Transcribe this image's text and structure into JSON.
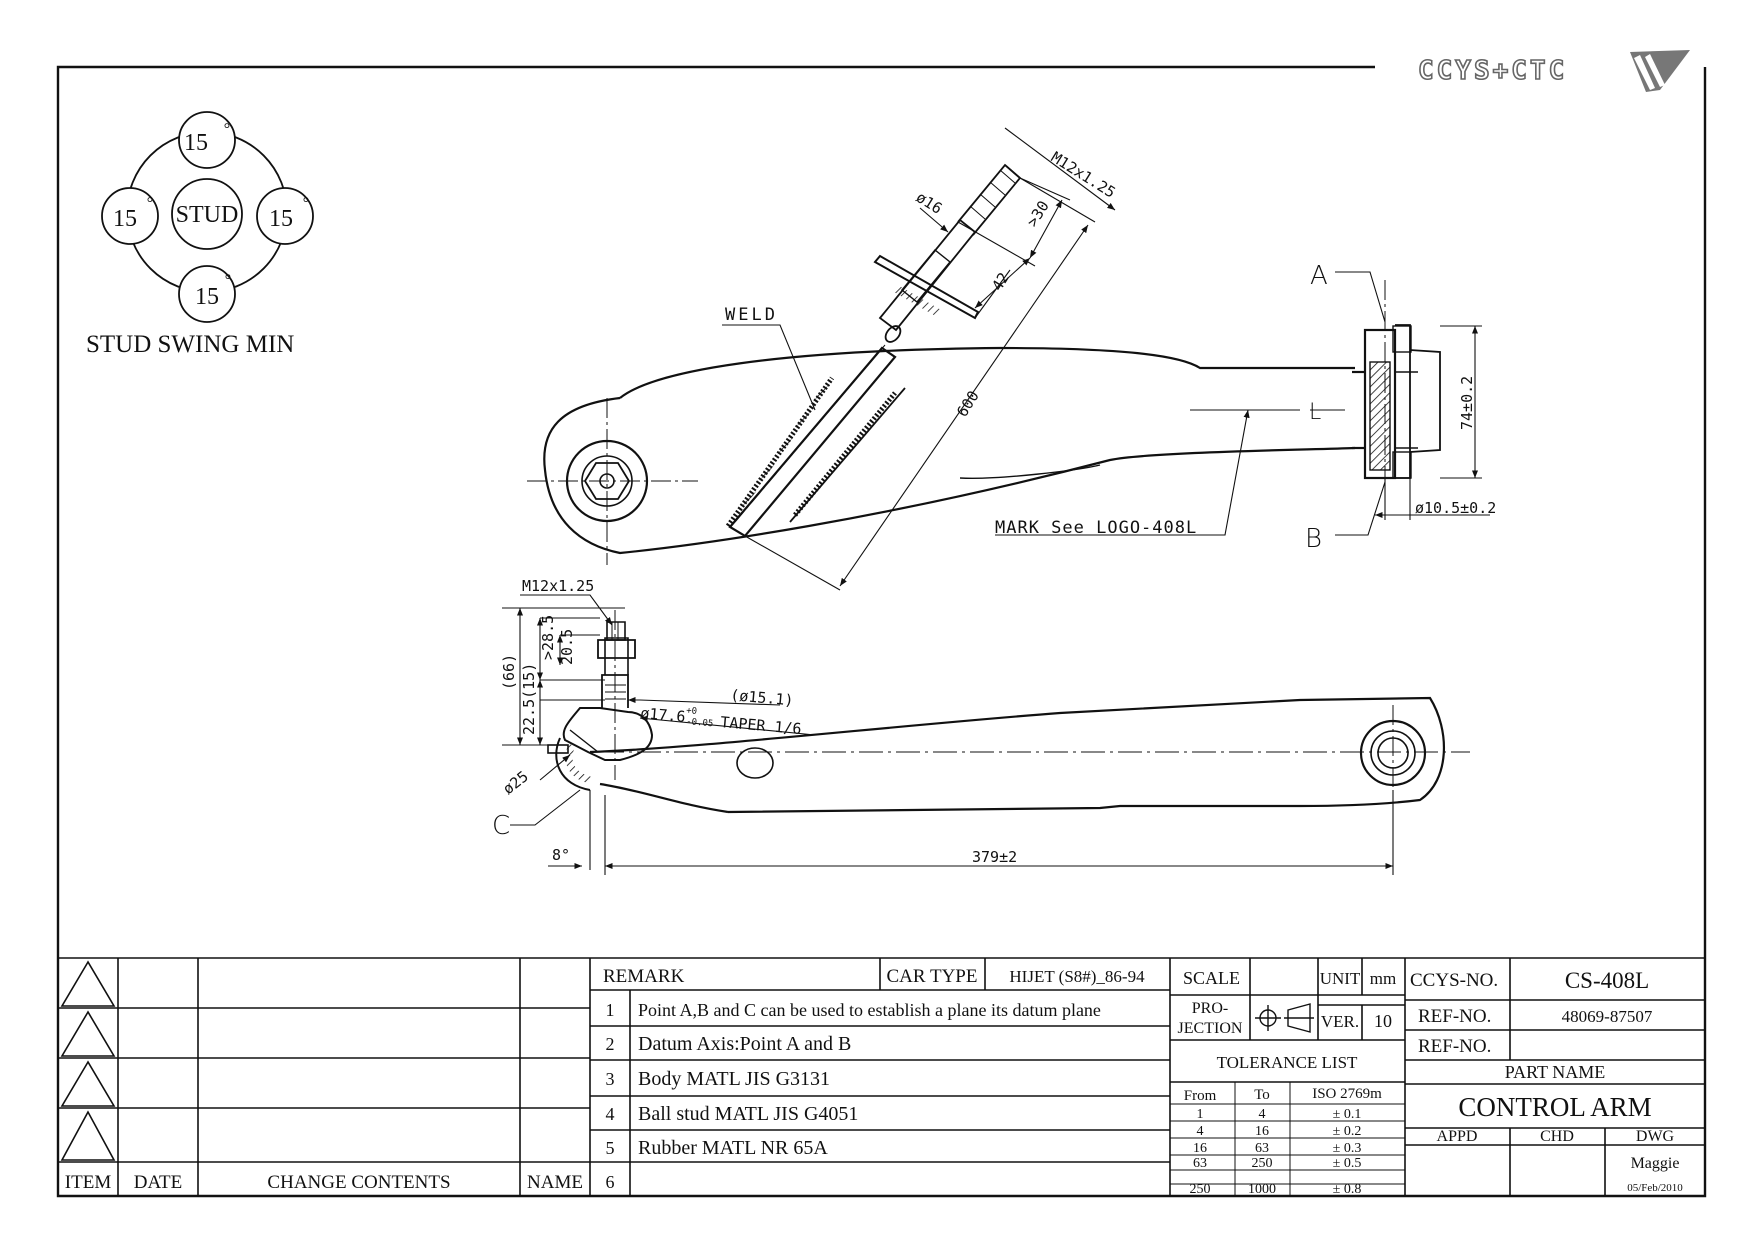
{
  "logo": {
    "text": "CCYS+CTC",
    "icon": "wing-logo-icon"
  },
  "stud_swing": {
    "title": "STUD SWING MIN",
    "center": "STUD",
    "angles": [
      "15",
      "15",
      "15",
      "15"
    ],
    "degree_symbol": "°"
  },
  "top_view": {
    "weld": "WELD",
    "thread": "M12x1.25",
    "stud_dia": "ø16",
    "thread_len": ">30",
    "stud_len": "42",
    "length": "600",
    "point_a": "A",
    "point_b": "B",
    "axis_l": "L",
    "bush_height": "74±0.2",
    "hole_dia": "ø10.5±0.2",
    "mark": "MARK See LOGO-408L"
  },
  "side_view": {
    "thread": "M12x1.25",
    "total_height": "(66)",
    "d1": ">28.5",
    "d2": "20.5",
    "d3": "22.5(15)",
    "taper_dia": "(ø15.1)",
    "taper": "ø17.6",
    "taper_tol_upper": "+0",
    "taper_tol_lower": "-0.05",
    "taper_ratio": "TAPER 1/6",
    "ball_dia": "ø25",
    "point_c": "C",
    "angle": "8°",
    "length": "379±2"
  },
  "revision_table": {
    "headers": {
      "item": "ITEM",
      "date": "DATE",
      "contents": "CHANGE CONTENTS",
      "name": "NAME"
    }
  },
  "remarks": {
    "header": "REMARK",
    "car_type_label": "CAR TYPE",
    "car_type": "HIJET (S8#)_86-94",
    "rows": [
      {
        "n": "1",
        "text": "Point A,B and C can be used to establish a plane its datum plane"
      },
      {
        "n": "2",
        "text": "Datum Axis:Point A and B"
      },
      {
        "n": "3",
        "text": "Body MATL JIS G3131"
      },
      {
        "n": "4",
        "text": "Ball stud MATL JIS G4051"
      },
      {
        "n": "5",
        "text": "Rubber MATL NR 65A"
      },
      {
        "n": "6",
        "text": ""
      }
    ]
  },
  "scale_block": {
    "scale_label": "SCALE",
    "scale_value": "",
    "unit_label": "UNIT",
    "unit": "mm",
    "projection_label_1": "PRO-",
    "projection_label_2": "JECTION",
    "ver_label": "VER.",
    "ver": "10",
    "tolerance_title": "TOLERANCE LIST",
    "tolerance_headers": [
      "From",
      "To",
      "ISO 2769m"
    ],
    "tolerance_rows": [
      [
        "1",
        "4",
        "± 0.1"
      ],
      [
        "4",
        "16",
        "± 0.2"
      ],
      [
        "16",
        "63",
        "± 0.3"
      ],
      [
        "63",
        "250",
        "± 0.5"
      ],
      [
        "250",
        "1000",
        "± 0.8"
      ]
    ]
  },
  "title_block": {
    "ccys_label": "CCYS-NO.",
    "ccys_no": "CS-408L",
    "ref_label_1": "REF-NO.",
    "ref_no_1": "48069-87507",
    "ref_label_2": "REF-NO.",
    "ref_no_2": "",
    "part_name_label": "PART NAME",
    "part_name": "CONTROL ARM",
    "appd": "APPD",
    "chd": "CHD",
    "dwg": "DWG",
    "drawn_by": "Maggie",
    "date": "05/Feb/2010"
  }
}
